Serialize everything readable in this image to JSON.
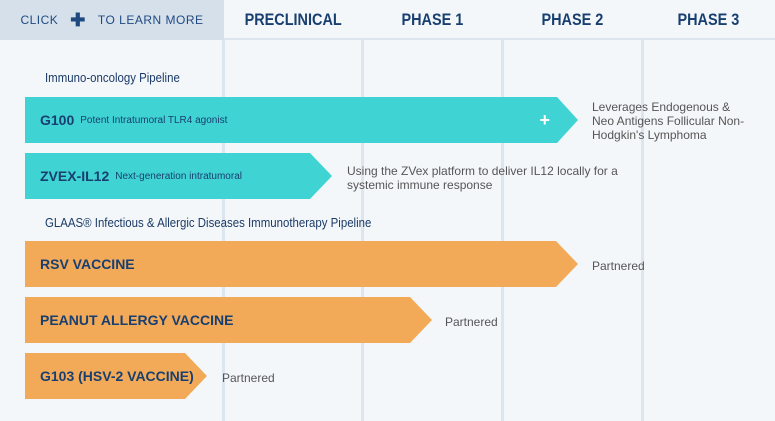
{
  "header": {
    "click": "CLICK",
    "plus_icon": "plus-icon",
    "learn": "TO LEARN MORE",
    "phases": [
      "PRECLINICAL",
      "PHASE 1",
      "PHASE 2",
      "PHASE 3"
    ]
  },
  "sections": {
    "immuno": "Immuno-oncology Pipeline",
    "glaas": "GLAAS® Infectious & Allergic Diseases Immunotherapy Pipeline"
  },
  "colors": {
    "teal": "#3fd3d3",
    "orange": "#f2aa58"
  },
  "programs": [
    {
      "name": "G100",
      "sub": "Potent Intratumoral TLR4 agonist",
      "note": "Leverages Endogenous & Neo Antigens Follicular Non-Hodgkin's Lymphoma"
    },
    {
      "name": "ZVEX-IL12",
      "sub": "Next-generation intratumoral",
      "note": "Using the ZVex platform to deliver IL12 locally for a systemic immune response"
    },
    {
      "name": "RSV VACCINE",
      "note": "Partnered"
    },
    {
      "name": "PEANUT ALLERGY VACCINE",
      "note": "Partnered"
    },
    {
      "name": "G103 (HSV-2 VACCINE)",
      "note": "Partnered"
    }
  ]
}
